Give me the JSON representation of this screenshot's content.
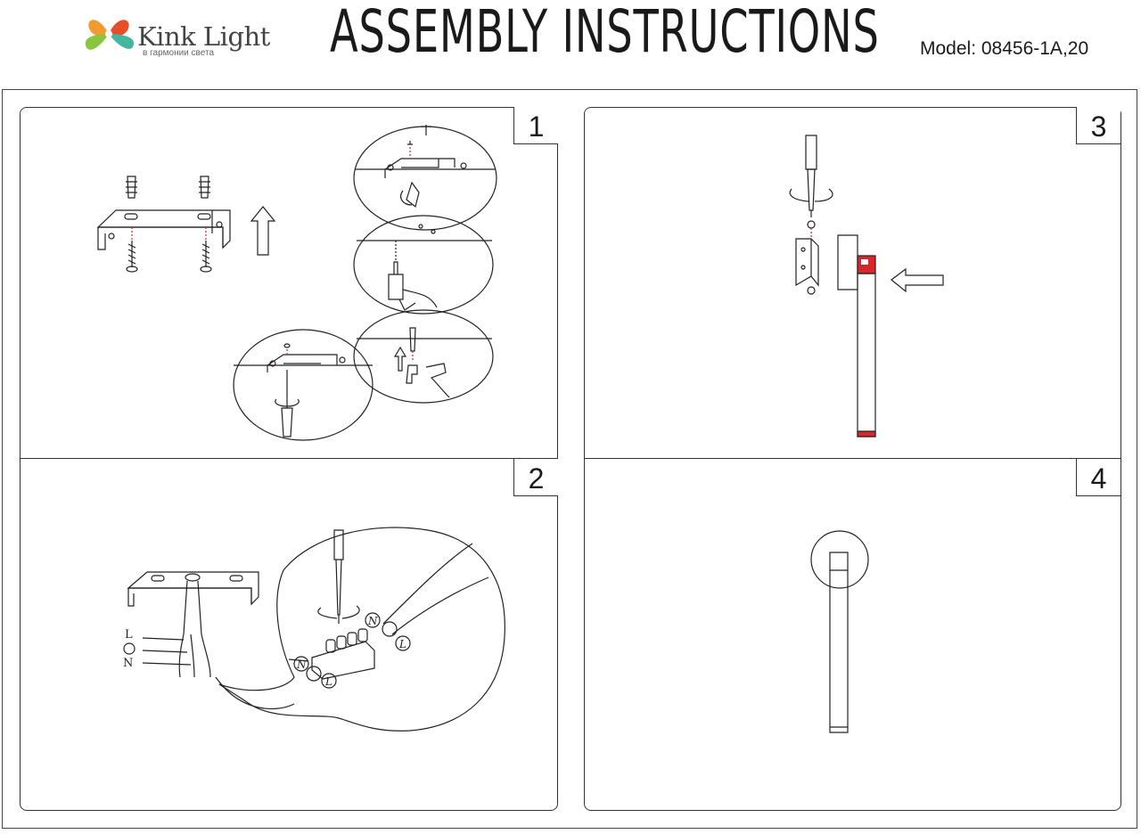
{
  "header": {
    "brand": "Kink Light",
    "tagline": "в гармонии света",
    "title": "ASSEMBLY INSTRUCTIONS",
    "model": "Model: 08456-1A,20"
  },
  "steps": [
    {
      "number": "1"
    },
    {
      "number": "2"
    },
    {
      "number": "3"
    },
    {
      "number": "4"
    }
  ],
  "wiring": {
    "labels": [
      "L",
      "N"
    ],
    "terminal_labels": [
      "N",
      "L",
      "N",
      "L"
    ]
  },
  "colors": {
    "accent_red": "#d9262b",
    "line": "#222222"
  }
}
